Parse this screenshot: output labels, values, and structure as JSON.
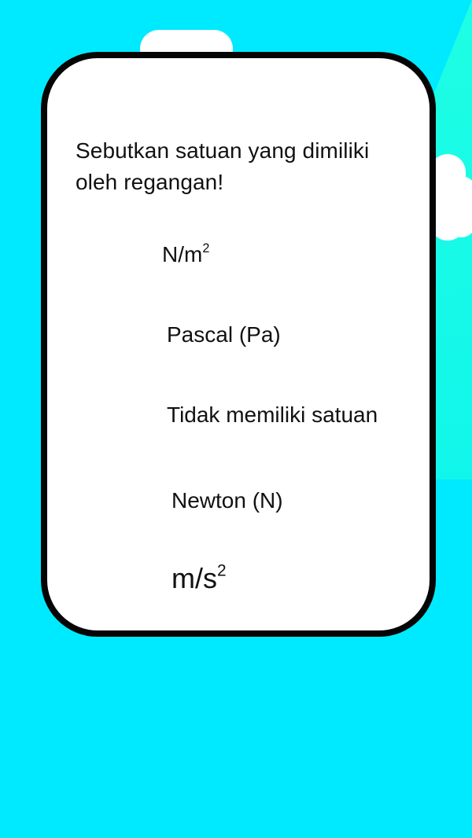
{
  "question": {
    "line1": "Sebutkan satuan yang dimiliki",
    "line2": "oleh regangan!"
  },
  "options": [
    {
      "base": "N/m",
      "sup": "2"
    },
    {
      "text": "Pascal (Pa)"
    },
    {
      "text": "Tidak memiliki satuan"
    },
    {
      "text": "Newton (N)"
    },
    {
      "base": "m/s",
      "sup": "2"
    }
  ]
}
